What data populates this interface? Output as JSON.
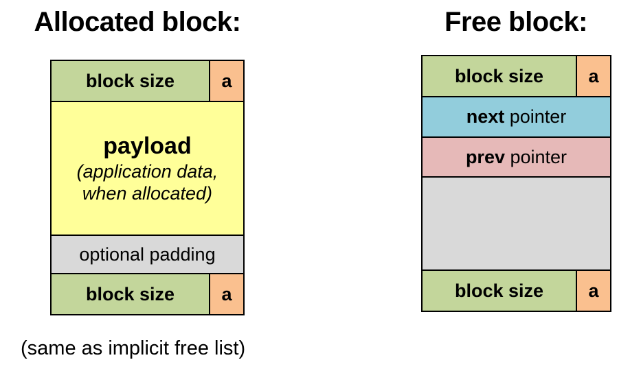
{
  "palette": {
    "header_green": "#c3d69b",
    "flag_orange": "#fac08f",
    "payload_yellow": "#ffff99",
    "padding_grey": "#d9d9d9",
    "next_blue": "#92cddc",
    "prev_pink": "#e6b9b8",
    "border_black": "#000000"
  },
  "allocated_block": {
    "title": "Allocated block:",
    "header_size_label": "block size",
    "header_flag_label": "a",
    "payload_label": "payload",
    "payload_note_line1": "(application data,",
    "payload_note_line2": "when allocated)",
    "padding_label": "optional padding",
    "footer_size_label": "block size",
    "footer_flag_label": "a"
  },
  "free_block": {
    "title": "Free block:",
    "header_size_label": "block size",
    "header_flag_label": "a",
    "next_pointer_bold": "next",
    "next_pointer_rest": " pointer",
    "prev_pointer_bold": "prev",
    "prev_pointer_rest": " pointer",
    "footer_size_label": "block size",
    "footer_flag_label": "a"
  },
  "caption": "(same as implicit free list)"
}
